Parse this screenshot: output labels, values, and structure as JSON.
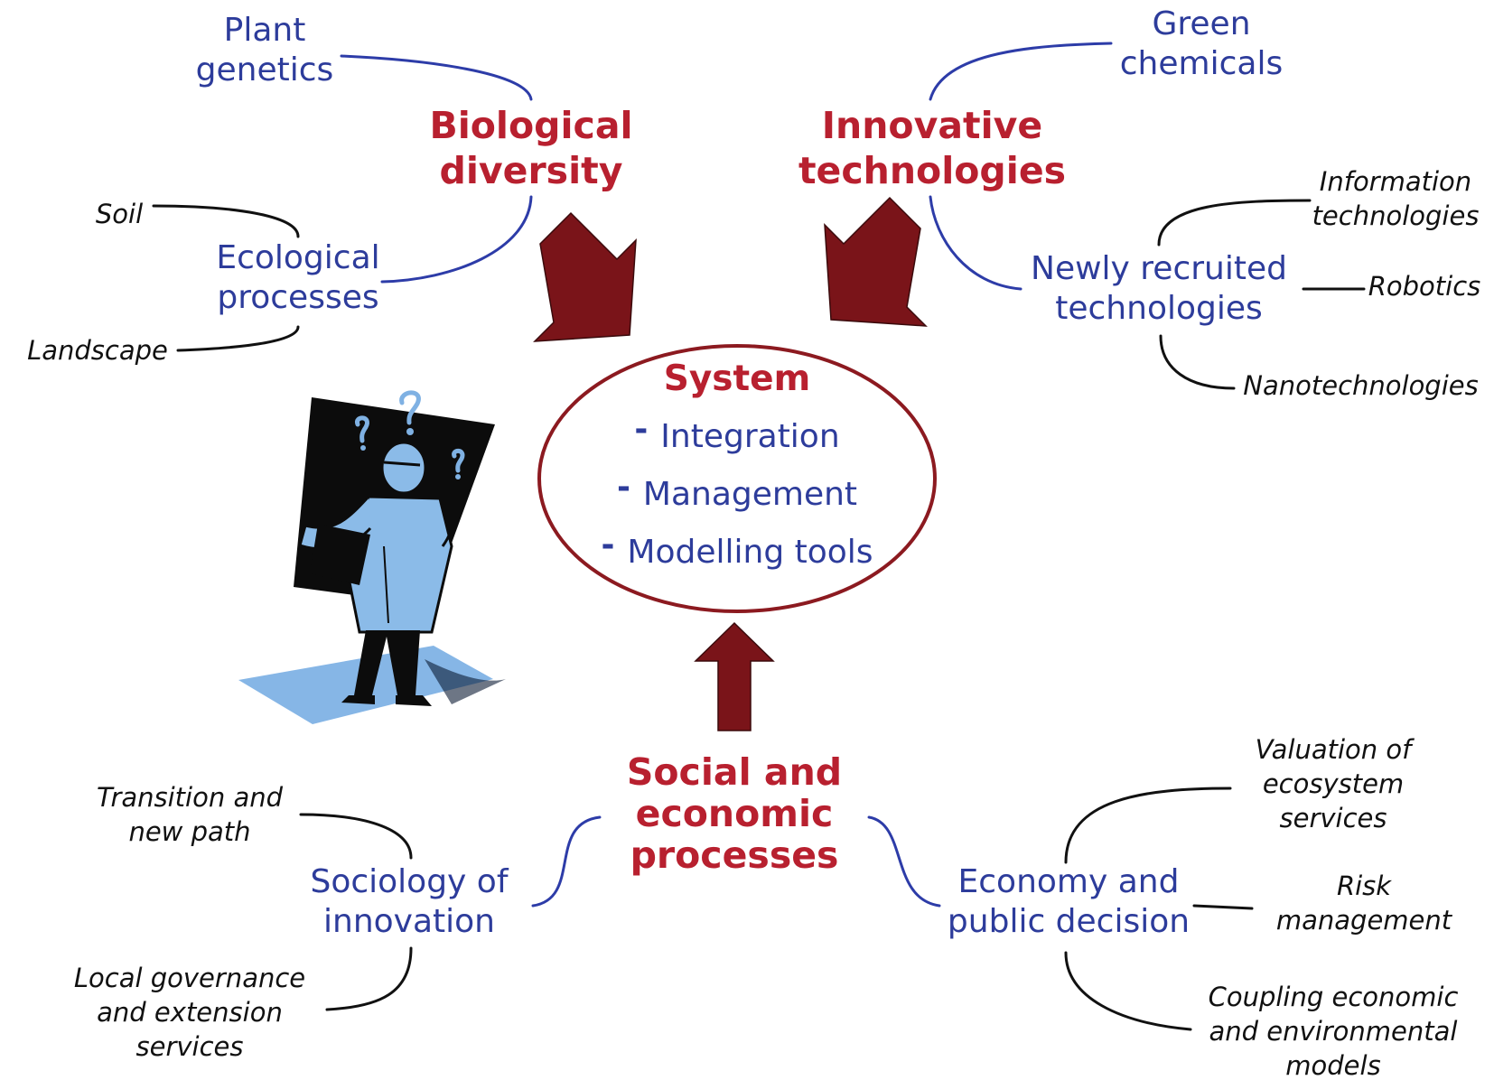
{
  "hub": {
    "title": "System",
    "items": [
      "Integration",
      "Management",
      "Modelling tools"
    ]
  },
  "biological_diversity": {
    "title": [
      "Biological",
      "diversity"
    ],
    "plant_genetics": [
      "Plant",
      "genetics"
    ],
    "ecological_processes": [
      "Ecological",
      "processes"
    ],
    "soil": "Soil",
    "landscape": "Landscape"
  },
  "innovative_technologies": {
    "title": [
      "Innovative",
      "technologies"
    ],
    "green_chemicals": [
      "Green",
      "chemicals"
    ],
    "newly_recruited": [
      "Newly recruited",
      "technologies"
    ],
    "information_technologies": [
      "Information",
      "technologies"
    ],
    "robotics": "Robotics",
    "nanotechnologies": "Nanotechnologies"
  },
  "social_economic": {
    "title": [
      "Social and",
      "economic",
      "processes"
    ],
    "sociology": [
      "Sociology of",
      "innovation"
    ],
    "transition": [
      "Transition and",
      "new path"
    ],
    "local_governance": [
      "Local governance",
      "and extension",
      "services"
    ],
    "economy": [
      "Economy and",
      "public decision"
    ],
    "valuation": [
      "Valuation of",
      "ecosystem",
      "services"
    ],
    "risk": [
      "Risk",
      "management"
    ],
    "coupling": [
      "Coupling economic",
      "and environmental",
      "models"
    ]
  },
  "colors": {
    "main_topic": "#b8202f",
    "subtopic": "#2d3c9b",
    "leaf": "#111111",
    "arrow": "#7a1419",
    "hub_border": "#8c1a20",
    "connector_blue": "#2d3ca8",
    "illustration_blue": "#7fb1e3"
  },
  "icons": [
    "scientist-illustration-icon",
    "arrow-down-right-icon",
    "arrow-down-left-icon",
    "arrow-up-icon"
  ]
}
